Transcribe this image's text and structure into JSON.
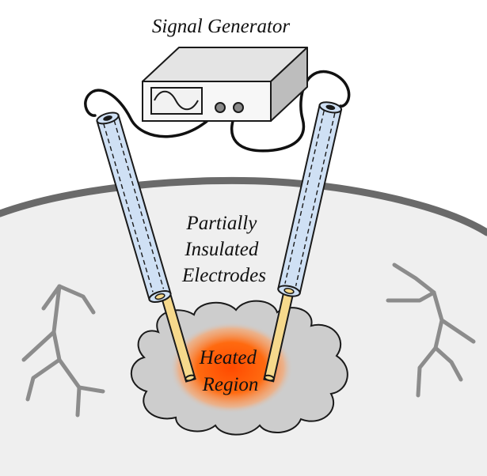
{
  "labels": {
    "signal_generator": "Signal Generator",
    "electrodes": [
      "Partially",
      "Insulated",
      "Electrodes"
    ],
    "heated_region": [
      "Heated",
      "Region"
    ]
  },
  "colors": {
    "tissue": "#efefef",
    "tissue_edge": "#6a6a6a",
    "vessel": "#8c8c8c",
    "cloud": "#cdcdcd",
    "cloud_edge": "#1a1a1a",
    "heat_core": "#ff5a00",
    "insulation": "#cfe0f4",
    "electrode_tip": "#f6d98c",
    "generator_front": "#f7f7f7",
    "generator_top": "#e4e4e4",
    "generator_side": "#bdbdbd",
    "knob": "#8a8a8a"
  },
  "icons": {
    "waveform": "sine-wave-icon"
  }
}
